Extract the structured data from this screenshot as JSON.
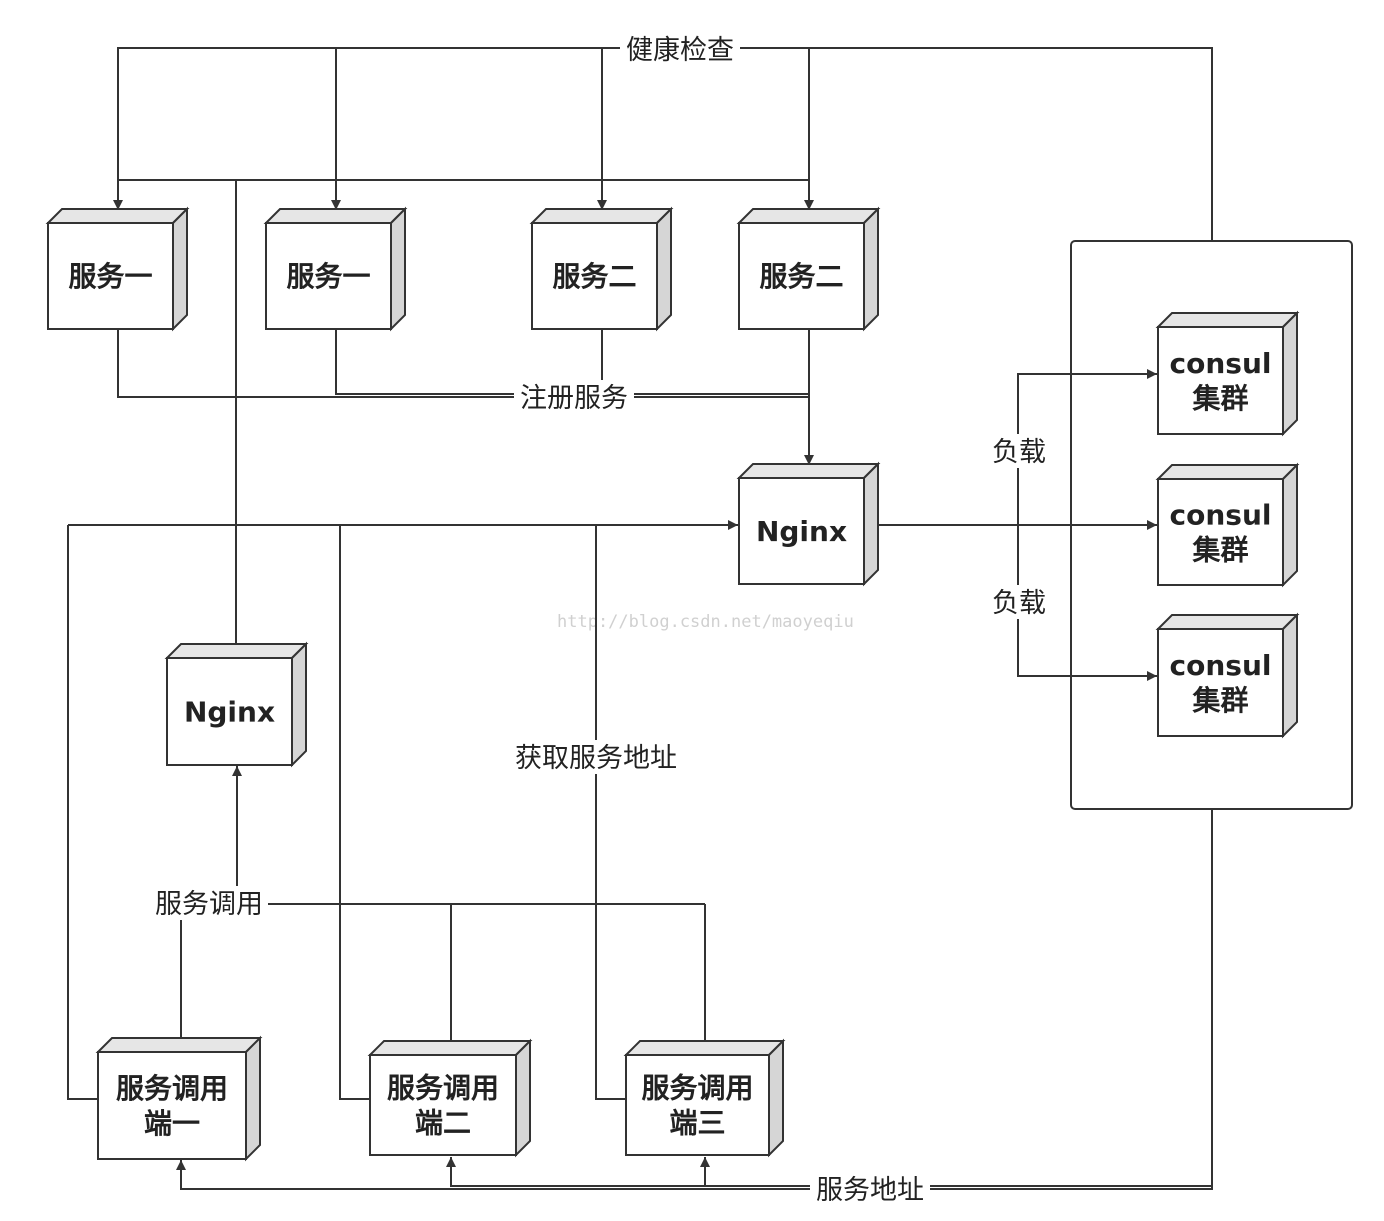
{
  "nodes": {
    "service_1a": [
      "服务一"
    ],
    "service_1b": [
      "服务一"
    ],
    "service_2a": [
      "服务二"
    ],
    "service_2b": [
      "服务二"
    ],
    "nginx_top": [
      "Nginx"
    ],
    "nginx_left": [
      "Nginx"
    ],
    "consul_1": [
      "consul",
      "集群"
    ],
    "consul_2": [
      "consul",
      "集群"
    ],
    "consul_3": [
      "consul",
      "集群"
    ],
    "caller_1": [
      "服务调用",
      "端一"
    ],
    "caller_2": [
      "服务调用",
      "端二"
    ],
    "caller_3": [
      "服务调用",
      "端三"
    ]
  },
  "edge_labels": {
    "health_check": "健康检查",
    "register_service": "注册服务",
    "load_1": "负载",
    "load_2": "负载",
    "get_service_address": "获取服务地址",
    "service_call": "服务调用",
    "service_address": "服务地址"
  },
  "watermark": "http://blog.csdn.net/maoyeqiu"
}
